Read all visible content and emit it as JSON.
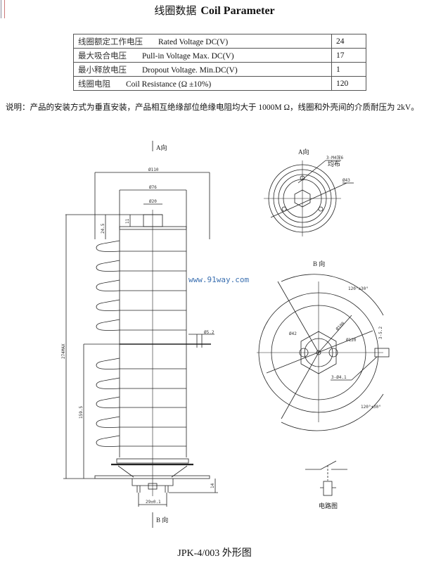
{
  "header": {
    "title_cn": "线圈数据",
    "title_en": "Coil Parameter"
  },
  "params": [
    {
      "cn": "线圈额定工作电压",
      "en": "Rated Voltage DC(V)",
      "value": "24"
    },
    {
      "cn": "最大吸合电压",
      "en": "Pull-in Voltage Max. DC(V)",
      "value": "17"
    },
    {
      "cn": "最小释放电压",
      "en": "Dropout Voltage. Min.DC(V)",
      "value": "1"
    },
    {
      "cn": "线圈电阻",
      "en": "Coil Resistance (Ω ±10%)",
      "value": "120"
    }
  ],
  "note": "说明：产品的安装方式为垂直安装，产品相互绝缘部位绝缘电阻均大于 1000M Ω，线圈和外壳间的介质耐压为 2kV。",
  "drawing": {
    "side_view": {
      "view_a": "A向",
      "view_b": "B 向",
      "d110": "Ø110",
      "d76": "Ø76",
      "d20": "Ø20",
      "h11": "11",
      "h24_5": "24.5",
      "h274": "274MAX",
      "h159_5": "159.5",
      "d5_2": "Ø5.2",
      "h14": "14",
      "w29": "29±0.1"
    },
    "a_view": {
      "title": "A向",
      "holes": "3-M4深6",
      "holes2": "均布",
      "d43": "Ø43"
    },
    "b_view": {
      "title": "B  向",
      "angle1": "120°±30°",
      "angle2": "120°±30°",
      "d100": "Ø100",
      "d120": "Ø120",
      "d42": "Ø42",
      "holes": "3-Ø4.1",
      "slot": "3-5.2"
    },
    "circuit_label": "电路图"
  },
  "watermark": "www.91way.com",
  "footer": "JPK-4/003 外形图"
}
